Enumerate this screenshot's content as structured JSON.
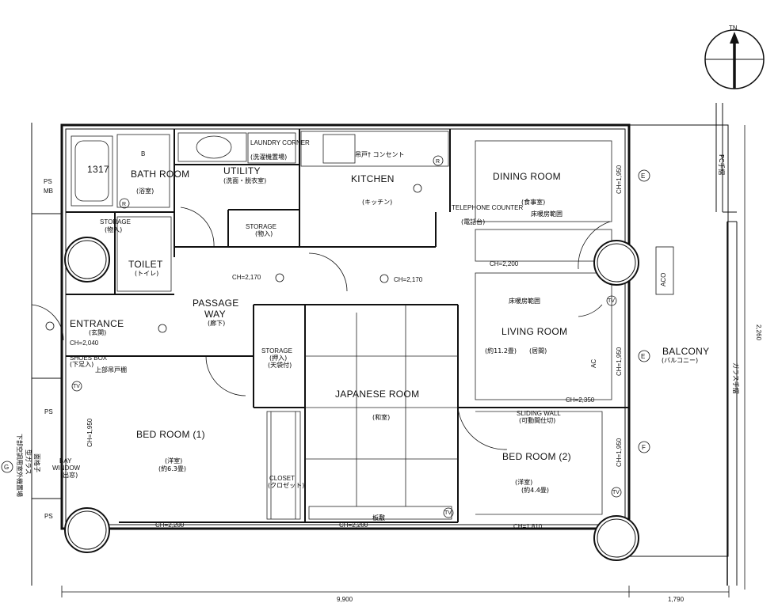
{
  "compass": {
    "label": "TN"
  },
  "rooms": {
    "bathroom": {
      "name": "BATH ROOM",
      "sub": "(浴室)",
      "tub_code": "1317",
      "mark": "B"
    },
    "laundry": {
      "name": "LAUNDRY CORNER",
      "sub": "(洗濯機置場)"
    },
    "utility": {
      "name": "UTILITY",
      "sub": "(洗面・脱衣室)"
    },
    "storage_utility": {
      "name": "STORAGE",
      "sub": "(物入)"
    },
    "kitchen": {
      "name": "KITCHEN",
      "sub": "(キッチン)"
    },
    "outlet_note": "吊戸† コンセント",
    "telephone": {
      "name": "TELEPHONE COUNTER",
      "sub": "(電話台)"
    },
    "dining": {
      "name": "DINING ROOM",
      "sub": "(食事室)",
      "floor_heating": "床暖房範囲"
    },
    "storage_toilet": {
      "name": "STORAGE",
      "sub": "(物入)"
    },
    "toilet": {
      "name": "TOILET",
      "sub": "(トイレ)"
    },
    "passage": {
      "name": "PASSAGE WAY",
      "sub": "(廊下)"
    },
    "entrance": {
      "name": "ENTRANCE",
      "sub": "(玄関)"
    },
    "shoes_box": {
      "name": "SHOES BOX",
      "sub": "(下足入)"
    },
    "cabinet_note": "上部吊戸棚",
    "storage_japanese": {
      "name": "STORAGE",
      "sub1": "(押入)",
      "sub2": "(天袋付)"
    },
    "japanese": {
      "name": "JAPANESE ROOM",
      "sub": "(和室)"
    },
    "living": {
      "name": "LIVING ROOM",
      "sub1": "(約11.2畳)",
      "sub2": "(居間)",
      "floor_heating": "床暖房範囲"
    },
    "sliding_wall": {
      "name": "SLIDING WALL",
      "sub": "(可動間仕切)"
    },
    "bedroom1": {
      "name": "BED ROOM (1)",
      "sub1": "(洋室)",
      "sub2": "(約6.3畳)"
    },
    "closet": {
      "name": "CLOSET",
      "sub": "(クロゼット)"
    },
    "bedroom2": {
      "name": "BED ROOM (2)",
      "sub1": "(洋室)",
      "sub2": "(約4.4畳)"
    },
    "balcony": {
      "name": "BALCONY",
      "sub": "(バルコニー)"
    },
    "bay_window": {
      "name": "BAY WINDOW",
      "sub": "(出窓)"
    },
    "floor_board": "板敷"
  },
  "ceiling_heights": {
    "passage_left": "CH=2,170",
    "passage_right": "CH=2,170",
    "dining": "CH=2,200",
    "entrance": "CH=2,040",
    "living_bottom": "CH=2,350",
    "bedroom1_bottom": "CH=2,200",
    "japanese_bottom": "CH=2,200",
    "bedroom2_bottom": "CH=1,810",
    "dining_vertical": "CH=1,950",
    "living_vertical": "CH=1,950",
    "bedroom2_vertical": "CH=1,950",
    "bedroom1_vertical": "CH=1,950"
  },
  "side_labels": {
    "ps_top": "PS",
    "mb": "MB",
    "ps_mid": "PS",
    "ps_bottom": "PS",
    "pc_handrail": "PC手摺",
    "glass_handrail": "ガラス手摺",
    "left_note_1": "下部空調用室外機置場",
    "left_note_2": "面格子",
    "left_note_3": "型ガラス",
    "aco": "ACO",
    "ac": "AC"
  },
  "grid_marks": [
    "E",
    "E",
    "F",
    "G"
  ],
  "dimensions": {
    "width_main": "9,900",
    "width_balcony": "1,790",
    "height_balcony": "2,260"
  },
  "symbols": {
    "tv": "TV",
    "r": "R"
  }
}
